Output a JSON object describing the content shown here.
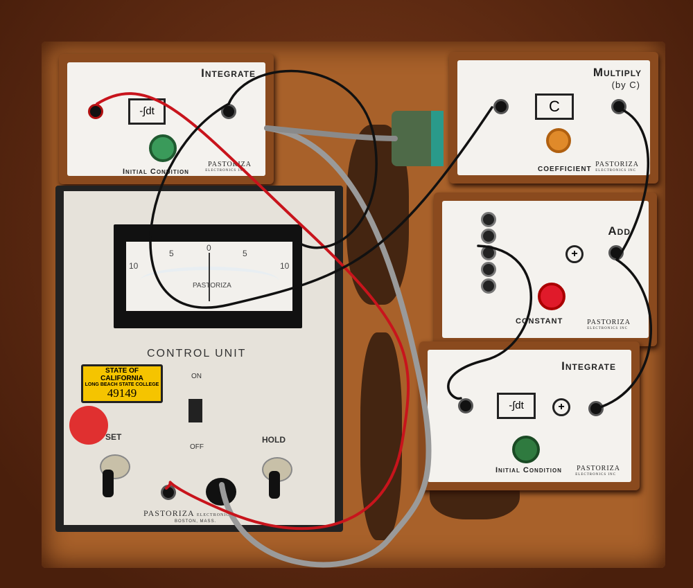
{
  "modules": {
    "integrate_top": {
      "title": "Integrate",
      "op": "-∫dt",
      "knob_label": "Initial Condition",
      "brand": "PASTORIZA",
      "brand_sub": "ELECTRONICS INC"
    },
    "multiply": {
      "title": "Multiply",
      "subtitle": "(by C)",
      "op": "C",
      "knob_label": "COEFFICIENT",
      "brand": "PASTORIZA",
      "brand_sub": "ELECTRONICS INC"
    },
    "add": {
      "title": "Add",
      "knob_label": "CONSTANT",
      "brand": "PASTORIZA",
      "brand_sub": "ELECTRONICS INC"
    },
    "integrate_bottom": {
      "title": "Integrate",
      "op": "-∫dt",
      "knob_label": "Initial Condition",
      "brand": "PASTORIZA",
      "brand_sub": "ELECTRONICS INC"
    }
  },
  "control_unit": {
    "title": "CONTROL UNIT",
    "meter": {
      "scale": [
        "10",
        "5",
        "0",
        "5",
        "10"
      ],
      "brand": "PASTORIZA"
    },
    "sticker": {
      "line1": "STATE OF CALIFORNIA",
      "line2": "LONG BEACH STATE COLLEGE",
      "number": "49149"
    },
    "on_label": "ON",
    "off_label": "OFF",
    "set_label": "SET",
    "hold_label": "HOLD",
    "brand": "PASTORIZA",
    "brand_sub": "ELECTRONICS",
    "location": "BOSTON, MASS."
  },
  "colors": {
    "wood": "#a8612a",
    "panel": "#f4f2ee",
    "wire_red": "#c8141c",
    "wire_black": "#111111",
    "wire_gray": "#9a9a9a",
    "sticker": "#f5c400"
  }
}
